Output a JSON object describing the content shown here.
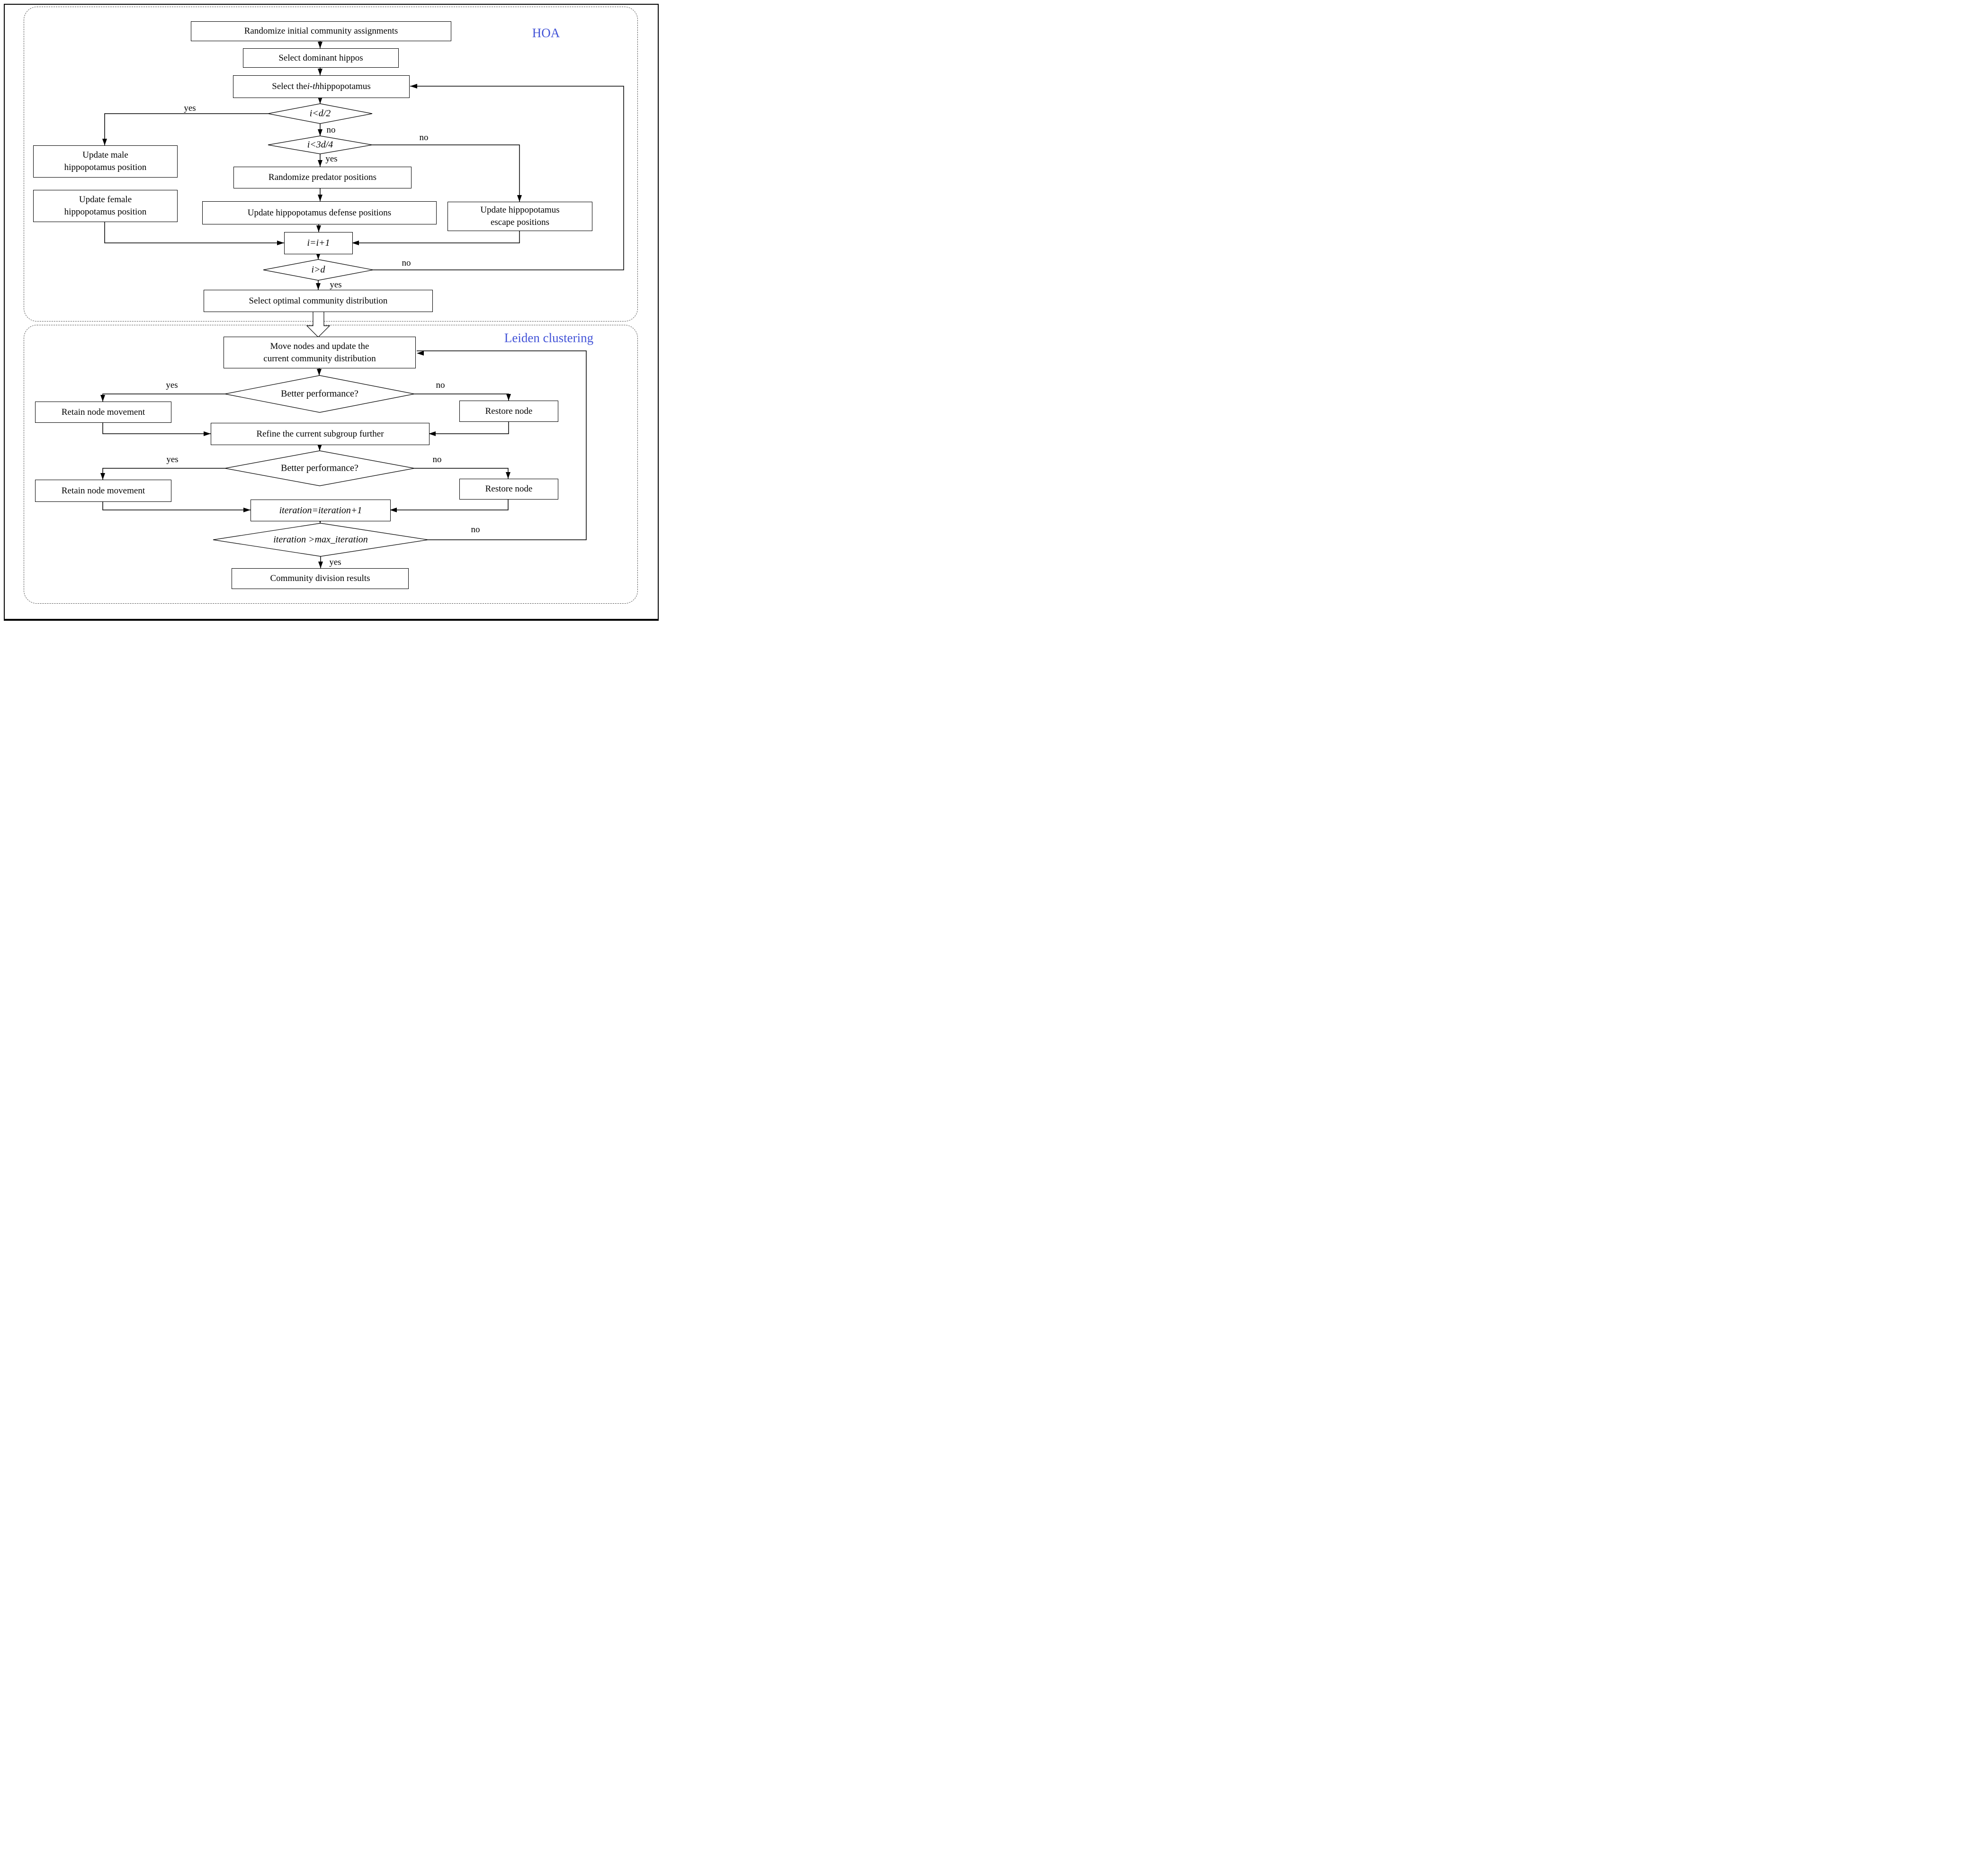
{
  "hoa": {
    "title": "HOA",
    "nodes": {
      "randomize_initial": "Randomize initial community assignments",
      "select_dominant": "Select dominant hippos",
      "select_ith_prefix": "Select the ",
      "select_ith_var": "i-th",
      "select_ith_suffix": " hippopotamus",
      "cond_half": "i<d/2",
      "cond_three_quarters": "i<3d/4",
      "update_male": "Update male\nhippopotamus position",
      "update_female": "Update female\nhippopotamus position",
      "randomize_predator": "Randomize predator positions",
      "update_defense": "Update hippopotamus defense positions",
      "update_escape": "Update hippopotamus\nescape positions",
      "increment": "i=i+1",
      "cond_done": "i>d",
      "select_optimal": "Select optimal community distribution"
    }
  },
  "leiden": {
    "title": "Leiden clustering",
    "nodes": {
      "move_nodes": "Move nodes and update the\ncurrent community distribution",
      "better_performance_1": "Better performance?",
      "retain_1": "Retain node movement",
      "restore_1": "Restore node",
      "refine": "Refine the current subgroup further",
      "better_performance_2": "Better performance?",
      "retain_2": "Retain node movement",
      "restore_2": "Restore node",
      "increment_iteration": "iteration=iteration+1",
      "cond_max_iteration": "iteration >max_iteration",
      "result": "Community division results"
    }
  },
  "labels": {
    "yes": "yes",
    "no": "no"
  },
  "colors": {
    "accent_blue": "#4253d7",
    "line": "#000000",
    "background": "#ffffff"
  }
}
